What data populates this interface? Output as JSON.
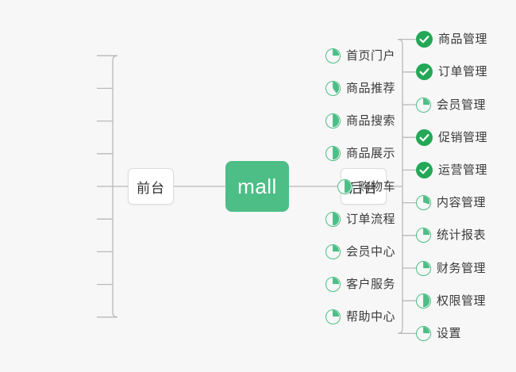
{
  "diagram": {
    "title": "mall",
    "background_color": "#f7f7f7",
    "accent_color": "#4cbe86",
    "done_color": "#22a856",
    "line_color": "#b9b9b9",
    "label_color": "#3a3a3a"
  },
  "root": {
    "label": "mall"
  },
  "branches": [
    {
      "id": "front",
      "label": "前台",
      "side": "left",
      "items": [
        {
          "label": "首页门户",
          "icon": "pie-icon",
          "status": "in-progress",
          "percent": 25
        },
        {
          "label": "商品推荐",
          "icon": "pie-icon",
          "status": "in-progress",
          "percent": 40
        },
        {
          "label": "商品搜索",
          "icon": "pie-icon",
          "status": "in-progress",
          "percent": 50
        },
        {
          "label": "商品展示",
          "icon": "pie-icon",
          "status": "in-progress",
          "percent": 50
        },
        {
          "label": "购物车",
          "icon": "pie-icon",
          "status": "in-progress",
          "percent": 50
        },
        {
          "label": "订单流程",
          "icon": "pie-icon",
          "status": "in-progress",
          "percent": 50
        },
        {
          "label": "会员中心",
          "icon": "pie-icon",
          "status": "in-progress",
          "percent": 25
        },
        {
          "label": "客户服务",
          "icon": "pie-icon",
          "status": "in-progress",
          "percent": 25
        },
        {
          "label": "帮助中心",
          "icon": "pie-icon",
          "status": "in-progress",
          "percent": 25
        }
      ]
    },
    {
      "id": "back",
      "label": "后台",
      "side": "right",
      "items": [
        {
          "label": "商品管理",
          "icon": "check-circle-icon",
          "status": "done",
          "percent": 100
        },
        {
          "label": "订单管理",
          "icon": "check-circle-icon",
          "status": "done",
          "percent": 100
        },
        {
          "label": "会员管理",
          "icon": "pie-icon",
          "status": "in-progress",
          "percent": 25
        },
        {
          "label": "促销管理",
          "icon": "check-circle-icon",
          "status": "done",
          "percent": 100
        },
        {
          "label": "运营管理",
          "icon": "check-circle-icon",
          "status": "done",
          "percent": 100
        },
        {
          "label": "内容管理",
          "icon": "pie-icon",
          "status": "in-progress",
          "percent": 30
        },
        {
          "label": "统计报表",
          "icon": "pie-icon",
          "status": "in-progress",
          "percent": 25
        },
        {
          "label": "财务管理",
          "icon": "pie-icon",
          "status": "in-progress",
          "percent": 25
        },
        {
          "label": "权限管理",
          "icon": "pie-icon",
          "status": "in-progress",
          "percent": 50
        },
        {
          "label": "设置",
          "icon": "pie-icon",
          "status": "in-progress",
          "percent": 25
        }
      ]
    }
  ]
}
